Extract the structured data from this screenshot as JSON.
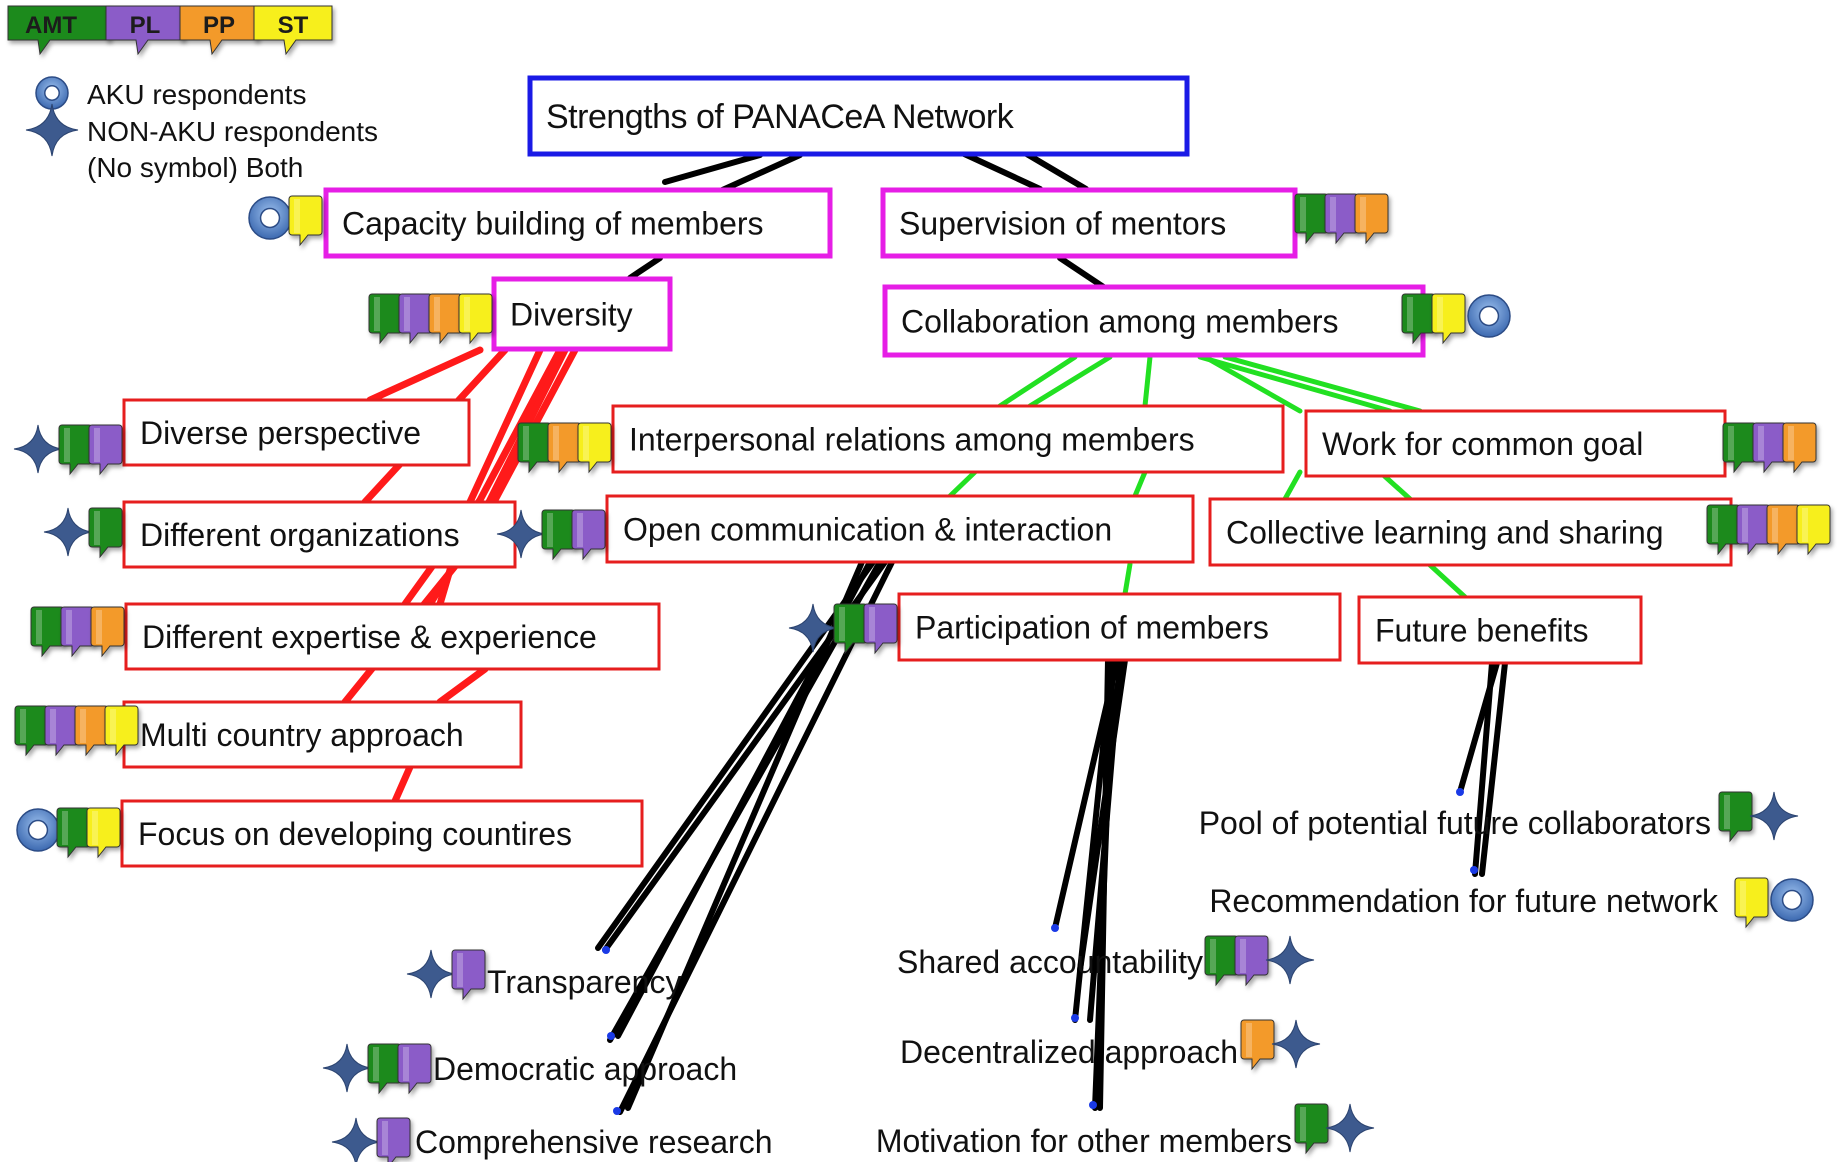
{
  "legend": {
    "category_tags": [
      {
        "id": "AMT",
        "label": "AMT",
        "color": "#1f8a1f",
        "text_color": "#1a1a1a"
      },
      {
        "id": "PL",
        "label": "PL",
        "color": "#8b5cc8",
        "text_color": "#1a1a1a"
      },
      {
        "id": "PP",
        "label": "PP",
        "color": "#f39a2b",
        "text_color": "#1a1a1a"
      },
      {
        "id": "ST",
        "label": "ST",
        "color": "#f7ef1a",
        "text_color": "#1a1a1a"
      }
    ],
    "symbols": [
      {
        "icon": "ring-icon",
        "label": "AKU respondents"
      },
      {
        "icon": "star-icon",
        "label": "NON-AKU respondents"
      },
      {
        "icon": "none",
        "label": "(No symbol) Both"
      }
    ]
  },
  "diagram": {
    "root": {
      "id": "root",
      "label": "Strengths of PANACeA Network",
      "border": "#1a1ae6"
    },
    "nodes": [
      {
        "id": "capacity",
        "label": "Capacity building of members",
        "border": "#e61ee6",
        "tags": [
          "ST"
        ],
        "symbol": "ring"
      },
      {
        "id": "supervision",
        "label": "Supervision of mentors",
        "border": "#e61ee6",
        "tags": [
          "AMT",
          "PL",
          "PP"
        ],
        "symbol": ""
      },
      {
        "id": "diversity",
        "label": "Diversity",
        "border": "#e61ee6",
        "tags": [
          "AMT",
          "PL",
          "PP",
          "ST"
        ],
        "symbol": ""
      },
      {
        "id": "collaboration",
        "label": "Collaboration among members",
        "border": "#e61ee6",
        "tags": [
          "AMT",
          "ST"
        ],
        "symbol": "ring"
      },
      {
        "id": "diverse",
        "label": "Diverse perspective",
        "border": "#e61e1e",
        "tags": [
          "AMT",
          "PL"
        ],
        "symbol": "star"
      },
      {
        "id": "orgs",
        "label": "Different organizations",
        "border": "#e61e1e",
        "tags": [
          "AMT"
        ],
        "symbol": "star"
      },
      {
        "id": "expertise",
        "label": "Different expertise & experience",
        "border": "#e61e1e",
        "tags": [
          "AMT",
          "PL",
          "PP"
        ],
        "symbol": ""
      },
      {
        "id": "multi",
        "label": "Multi country approach",
        "border": "#e61e1e",
        "tags": [
          "AMT",
          "PL",
          "PP",
          "ST"
        ],
        "symbol": ""
      },
      {
        "id": "focus",
        "label": "Focus on developing countires",
        "border": "#e61e1e",
        "tags": [
          "AMT",
          "ST"
        ],
        "symbol": "ring"
      },
      {
        "id": "interpersonal",
        "label": "Interpersonal relations among members",
        "border": "#e61e1e",
        "tags": [
          "AMT",
          "PP",
          "ST"
        ],
        "symbol": ""
      },
      {
        "id": "common",
        "label": "Work for common goal",
        "border": "#e61e1e",
        "tags": [
          "AMT",
          "PL",
          "PP"
        ],
        "symbol": ""
      },
      {
        "id": "open",
        "label": "Open communication & interaction",
        "border": "#e61e1e",
        "tags": [
          "AMT",
          "PL"
        ],
        "symbol": "star"
      },
      {
        "id": "collective",
        "label": "Collective learning and sharing",
        "border": "#e61e1e",
        "tags": [
          "AMT",
          "PL",
          "PP",
          "ST"
        ],
        "symbol": ""
      },
      {
        "id": "participation",
        "label": "Participation of members",
        "border": "#e61e1e",
        "tags": [
          "AMT",
          "PL"
        ],
        "symbol": "star"
      },
      {
        "id": "future",
        "label": "Future benefits",
        "border": "#e61e1e",
        "tags": [],
        "symbol": ""
      }
    ],
    "leaves": [
      {
        "id": "transparency",
        "label": "Transparency",
        "tags": [
          "PL"
        ],
        "symbol": "star"
      },
      {
        "id": "democratic",
        "label": "Democratic approach",
        "tags": [
          "AMT",
          "PL"
        ],
        "symbol": "star"
      },
      {
        "id": "comprehensive",
        "label": "Comprehensive research",
        "tags": [
          "PL"
        ],
        "symbol": "star"
      },
      {
        "id": "shared",
        "label": "Shared accountability",
        "tags": [
          "AMT",
          "PL"
        ],
        "symbol": "star"
      },
      {
        "id": "decentralized",
        "label": "Decentralized approach",
        "tags": [
          "PP"
        ],
        "symbol": "star"
      },
      {
        "id": "motivation",
        "label": "Motivation for other members",
        "tags": [
          "AMT"
        ],
        "symbol": "star"
      },
      {
        "id": "pool",
        "label": "Pool of potential future collaborators",
        "tags": [
          "AMT"
        ],
        "symbol": "star"
      },
      {
        "id": "recommendation",
        "label": "Recommendation for future network",
        "tags": [
          "ST"
        ],
        "symbol": "ring"
      }
    ],
    "edges": [
      {
        "from": "root",
        "to": "capacity",
        "color": "#000000"
      },
      {
        "from": "root",
        "to": "supervision",
        "color": "#000000"
      },
      {
        "from": "capacity",
        "to": "diversity",
        "color": "#000000"
      },
      {
        "from": "supervision",
        "to": "collaboration",
        "color": "#000000"
      },
      {
        "from": "diversity",
        "to": "diverse",
        "color": "#ff1a1a"
      },
      {
        "from": "diversity",
        "to": "orgs",
        "color": "#ff1a1a"
      },
      {
        "from": "diversity",
        "to": "expertise",
        "color": "#ff1a1a"
      },
      {
        "from": "diversity",
        "to": "multi",
        "color": "#ff1a1a"
      },
      {
        "from": "diversity",
        "to": "focus",
        "color": "#ff1a1a"
      },
      {
        "from": "collaboration",
        "to": "interpersonal",
        "color": "#22e022"
      },
      {
        "from": "collaboration",
        "to": "common",
        "color": "#22e022"
      },
      {
        "from": "collaboration",
        "to": "open",
        "color": "#22e022"
      },
      {
        "from": "collaboration",
        "to": "collective",
        "color": "#22e022"
      },
      {
        "from": "collaboration",
        "to": "participation",
        "color": "#22e022"
      },
      {
        "from": "collaboration",
        "to": "future",
        "color": "#22e022"
      },
      {
        "from": "open",
        "to": "transparency",
        "color": "#000000"
      },
      {
        "from": "open",
        "to": "democratic",
        "color": "#000000"
      },
      {
        "from": "open",
        "to": "comprehensive",
        "color": "#000000"
      },
      {
        "from": "participation",
        "to": "shared",
        "color": "#000000"
      },
      {
        "from": "participation",
        "to": "decentralized",
        "color": "#000000"
      },
      {
        "from": "participation",
        "to": "motivation",
        "color": "#000000"
      },
      {
        "from": "future",
        "to": "pool",
        "color": "#000000"
      },
      {
        "from": "future",
        "to": "recommendation",
        "color": "#000000"
      }
    ]
  }
}
